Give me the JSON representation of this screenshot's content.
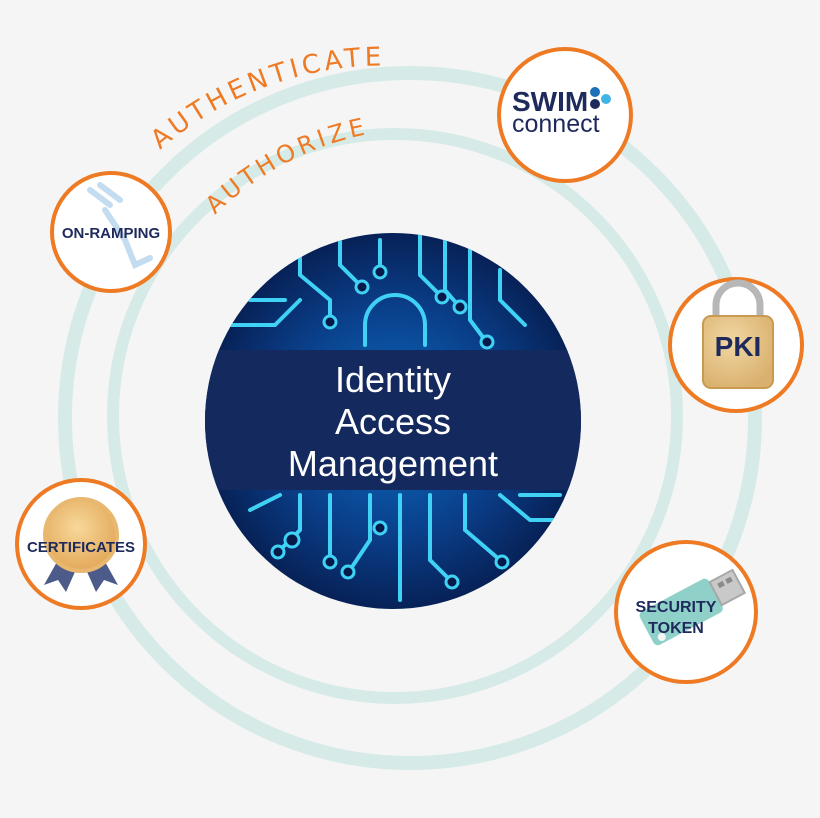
{
  "center": {
    "line1": "Identity",
    "line2": "Access",
    "line3": "Management"
  },
  "arcs": {
    "outer": "AUTHENTICATE",
    "inner": "AUTHORIZE"
  },
  "nodes": {
    "swim": {
      "word1": "SWIM",
      "word2": "connect"
    },
    "on_ramping": {
      "label": "ON-RAMPING"
    },
    "pki": {
      "label": "PKI"
    },
    "certificates": {
      "label": "CERTIFICATES"
    },
    "security_token": {
      "line1": "SECURITY",
      "line2": "TOKEN"
    }
  },
  "colors": {
    "background": "#f5f5f5",
    "ring": "#d6ebe8",
    "node_border": "#ee7a24",
    "arc_text": "#ee7a24",
    "banner": "#142a5e",
    "label_text": "#1d2a5b",
    "circuit_glow": "#3fd2f5"
  },
  "icons": {
    "on_ramping": "plug-icon",
    "pki": "padlock-icon",
    "certificates": "award-ribbon-icon",
    "security_token": "usb-token-icon",
    "swim": "swim-dots-icon"
  }
}
